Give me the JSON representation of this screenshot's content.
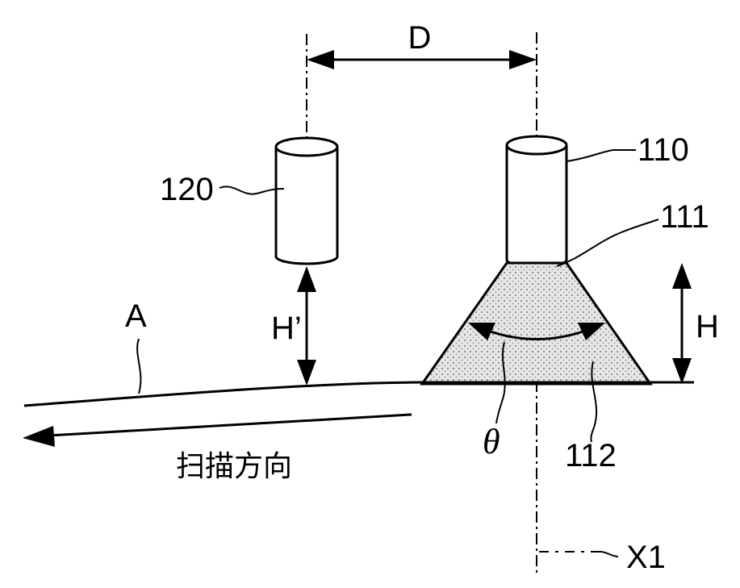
{
  "diagram": {
    "labels": {
      "distance": "D",
      "sensor_120": "120",
      "nozzle_110": "110",
      "nozzle_tip_111": "111",
      "spray_112": "112",
      "height_nozzle": "H",
      "height_sensor": "H’",
      "surface": "A",
      "angle": "θ",
      "axis": "X1",
      "scan_direction": "扫描方向"
    },
    "colors": {
      "ink": "#000000",
      "background": "#ffffff",
      "spray_fill": "#d9d9d9"
    }
  }
}
